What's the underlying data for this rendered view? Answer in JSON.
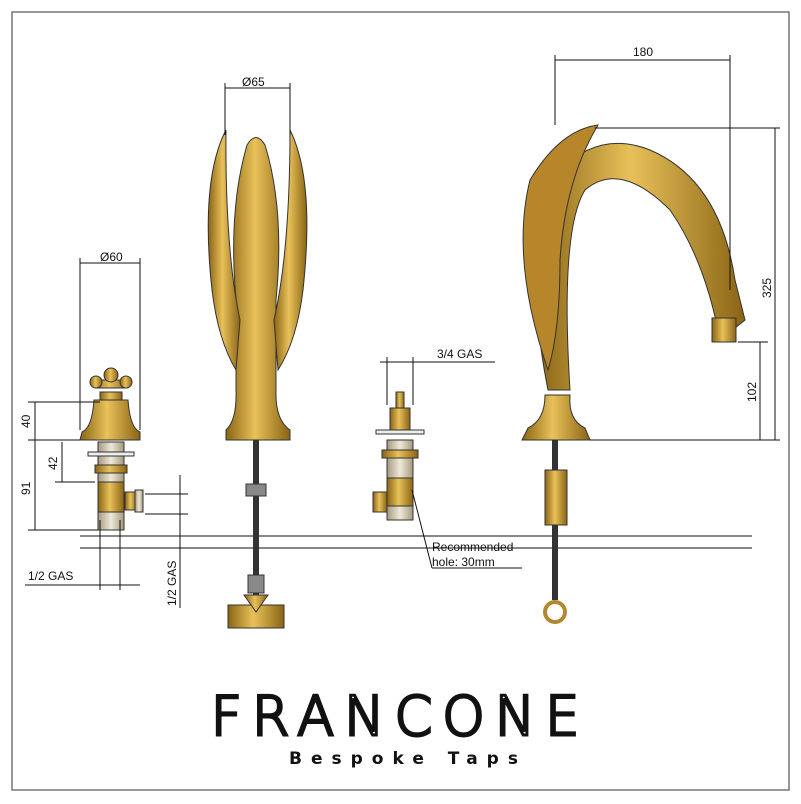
{
  "brand": {
    "name": "FRANCONE",
    "tagline": "Bespoke Taps"
  },
  "dimensions": {
    "handle_diameter": "Ø60",
    "spout_diameter": "Ø65",
    "spout_reach": "180",
    "spout_height": "325",
    "spout_clearance": "102",
    "handle_height": "40",
    "thread_length": "42",
    "valve_length": "91",
    "inlet_thread_h": "1/2 GAS",
    "inlet_thread_v": "1/2 GAS",
    "valve_thread": "3/4 GAS",
    "hole_note_1": "Recommended",
    "hole_note_2": "hole: 30mm"
  },
  "colors": {
    "gold": "#c99a2e",
    "gold_dark": "#8a6414",
    "thread": "#d9d2c0",
    "line": "#111111"
  }
}
